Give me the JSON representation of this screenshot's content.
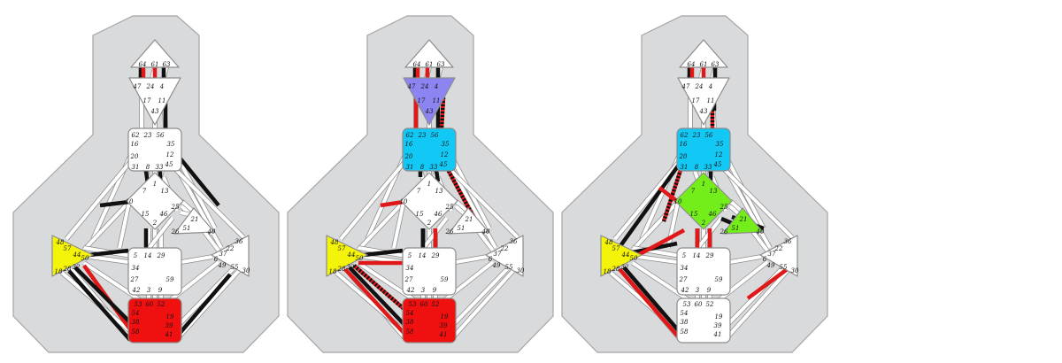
{
  "colors": {
    "background_shape": "#d9dadc",
    "shape_stroke": "#8c8c8c",
    "channel": "#ffffff",
    "defined_black": "#111111",
    "defined_red": "#e01818",
    "center_white": "#ffffff",
    "solar_yellow": "#f4f40a",
    "root_red": "#f01010",
    "throat_cyan": "#12c8f4",
    "ajna_purple": "#8c84f0",
    "g_green": "#74ee1a",
    "ego_green": "#22cc22"
  },
  "charts": [
    {
      "centers": {
        "head": {
          "color": "white",
          "gates": [
            "64",
            "61",
            "63"
          ]
        },
        "ajna": {
          "color": "white",
          "gates": [
            "47",
            "24",
            "4",
            "17",
            "11",
            "43"
          ]
        },
        "throat": {
          "color": "white",
          "gates": [
            "62",
            "23",
            "56",
            "16",
            "35",
            "20",
            "12",
            "31",
            "8",
            "33",
            "45"
          ]
        },
        "g": {
          "color": "white",
          "gates": [
            "1",
            "7",
            "13",
            "10",
            "25",
            "15",
            "46",
            "2"
          ]
        },
        "ego": {
          "color": "white",
          "gates": [
            "21",
            "51",
            "26",
            "40"
          ]
        },
        "sacral": {
          "color": "white",
          "gates": [
            "5",
            "14",
            "29",
            "34",
            "27",
            "59",
            "42",
            "3",
            "9"
          ]
        },
        "spleen": {
          "color": "yellow",
          "gates": [
            "48",
            "57",
            "44",
            "50",
            "32",
            "28",
            "18"
          ]
        },
        "solar": {
          "color": "white",
          "gates": [
            "36",
            "22",
            "37",
            "6",
            "49",
            "55",
            "30"
          ]
        },
        "root": {
          "color": "red",
          "gates": [
            "53",
            "60",
            "52",
            "54",
            "19",
            "38",
            "39",
            "58",
            "41"
          ]
        }
      }
    },
    {
      "centers": {
        "head": {
          "color": "white",
          "gates": [
            "64",
            "61",
            "63"
          ]
        },
        "ajna": {
          "color": "purple",
          "gates": [
            "47",
            "24",
            "4",
            "17",
            "11",
            "43"
          ]
        },
        "throat": {
          "color": "cyan",
          "gates": [
            "62",
            "23",
            "56",
            "16",
            "35",
            "20",
            "12",
            "31",
            "8",
            "33",
            "45"
          ]
        },
        "g": {
          "color": "white",
          "gates": [
            "1",
            "7",
            "13",
            "10",
            "25",
            "15",
            "46",
            "2"
          ]
        },
        "ego": {
          "color": "white",
          "gates": [
            "21",
            "51",
            "26",
            "40"
          ]
        },
        "sacral": {
          "color": "white",
          "gates": [
            "5",
            "14",
            "29",
            "34",
            "27",
            "59",
            "42",
            "3",
            "9"
          ]
        },
        "spleen": {
          "color": "yellow",
          "gates": [
            "48",
            "57",
            "44",
            "50",
            "32",
            "28",
            "18"
          ]
        },
        "solar": {
          "color": "white",
          "gates": [
            "36",
            "22",
            "37",
            "6",
            "49",
            "55",
            "30"
          ]
        },
        "root": {
          "color": "red",
          "gates": [
            "53",
            "60",
            "52",
            "54",
            "19",
            "38",
            "39",
            "58",
            "41"
          ]
        }
      }
    },
    {
      "centers": {
        "head": {
          "color": "white",
          "gates": [
            "64",
            "61",
            "63"
          ]
        },
        "ajna": {
          "color": "white",
          "gates": [
            "47",
            "24",
            "4",
            "17",
            "11",
            "43"
          ]
        },
        "throat": {
          "color": "cyan",
          "gates": [
            "62",
            "23",
            "56",
            "16",
            "35",
            "20",
            "12",
            "31",
            "8",
            "33",
            "45"
          ]
        },
        "g": {
          "color": "green",
          "gates": [
            "1",
            "7",
            "13",
            "10",
            "25",
            "15",
            "46",
            "2"
          ]
        },
        "ego": {
          "color": "green",
          "gates": [
            "21",
            "51",
            "26",
            "40"
          ]
        },
        "sacral": {
          "color": "white",
          "gates": [
            "5",
            "14",
            "29",
            "34",
            "27",
            "59",
            "42",
            "3",
            "9"
          ]
        },
        "spleen": {
          "color": "yellow",
          "gates": [
            "48",
            "57",
            "44",
            "50",
            "32",
            "28",
            "18"
          ]
        },
        "solar": {
          "color": "white",
          "gates": [
            "36",
            "22",
            "37",
            "6",
            "49",
            "55",
            "30"
          ]
        },
        "root": {
          "color": "white",
          "gates": [
            "53",
            "60",
            "52",
            "54",
            "19",
            "38",
            "39",
            "58",
            "41"
          ]
        }
      }
    }
  ]
}
